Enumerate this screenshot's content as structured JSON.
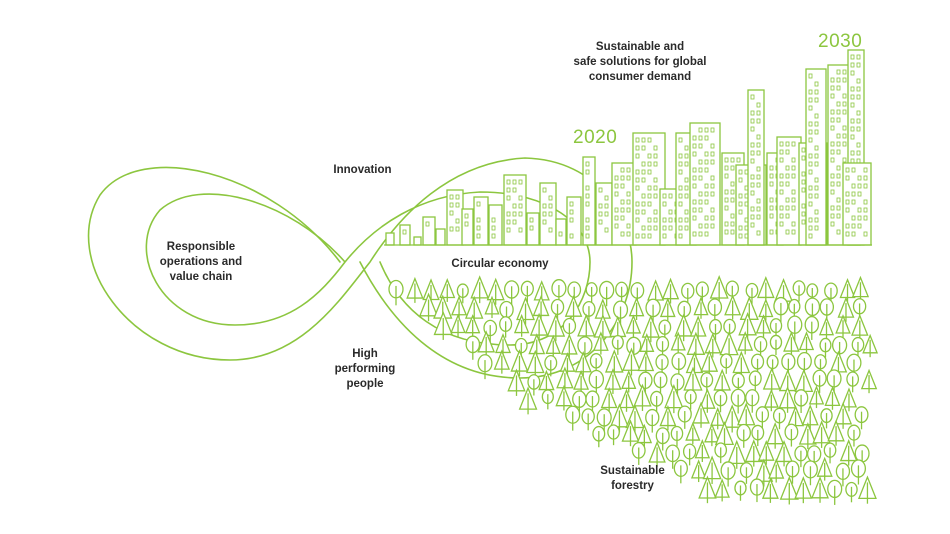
{
  "colors": {
    "accent": "#8cc63f",
    "text": "#2a2a2a"
  },
  "labels": {
    "innovation": "Innovation",
    "responsible": "Responsible\noperations and\nvalue chain",
    "circular": "Circular economy",
    "people": "High\nperforming\npeople",
    "consumer": "Sustainable and\nsafe solutions for global\nconsumer demand",
    "forestry": "Sustainable\nforestry"
  },
  "years": {
    "start": "2020",
    "end": "2030"
  }
}
